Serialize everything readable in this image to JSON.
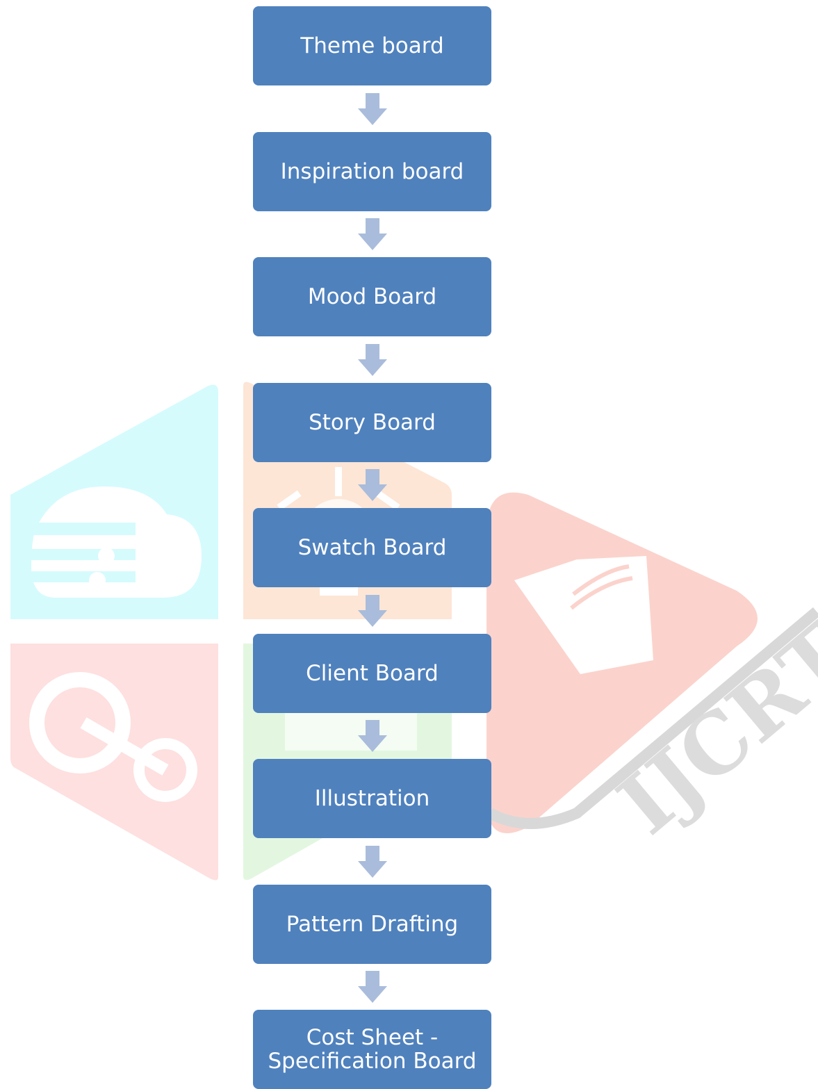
{
  "flowchart": {
    "steps": [
      "Theme board",
      "Inspiration board",
      "Mood Board",
      "Story Board",
      "Swatch Board",
      "Client Board",
      "Illustration",
      "Pattern Drafting",
      "Cost Sheet -\nSpecification Board"
    ]
  },
  "watermark": {
    "text": "IJCRT"
  },
  "colors": {
    "box": "#4f81bd",
    "box_text": "#ffffff",
    "arrow": "#a9bcdb",
    "wm_cyan": "#d5fbfd",
    "wm_orange": "#fde6d6",
    "wm_pink": "#fde0df",
    "wm_green": "#e3f7e0",
    "wm_red": "#fbd3cc",
    "wm_gray": "#d8d8d8"
  }
}
